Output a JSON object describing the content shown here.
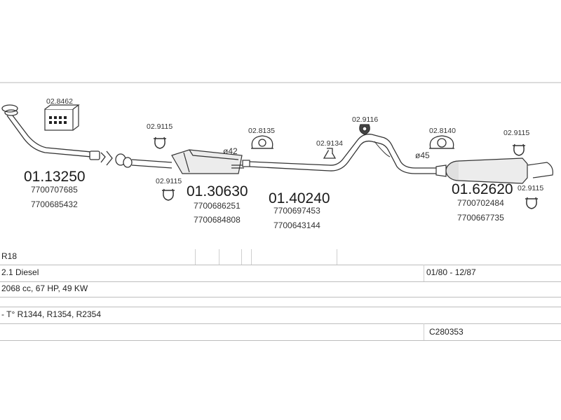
{
  "parts": {
    "front_pipe": {
      "number": "01.13250",
      "refs": [
        "7700707685",
        "7700685432"
      ]
    },
    "mid_muffler": {
      "number": "01.30630",
      "refs": [
        "7700686251",
        "7700684808"
      ]
    },
    "mid_pipe": {
      "number": "01.40240",
      "refs": [
        "7700697453",
        "7700643144"
      ]
    },
    "rear_muffler": {
      "number": "01.62620",
      "refs": [
        "7700702484",
        "7700667735"
      ]
    }
  },
  "fittings": {
    "gasket": "02.8462",
    "clamp_a": "02.9115",
    "clamp_b": "02.9115",
    "hanger_a": "02.8135",
    "bracket": "02.9134",
    "hanger_b": "02.9116",
    "hanger_c": "02.8140",
    "clamp_c": "02.9115",
    "clamp_d": "02.9115"
  },
  "diameters": {
    "d1": "ø42",
    "d2": "ø45"
  },
  "vehicle": {
    "model": "R18",
    "engine": "2.1 Diesel",
    "years": "01/80 - 12/87",
    "specs": "2068 cc, 67 HP, 49 KW",
    "types": "- T° R1344, R1354, R2354",
    "code": "C280353"
  }
}
